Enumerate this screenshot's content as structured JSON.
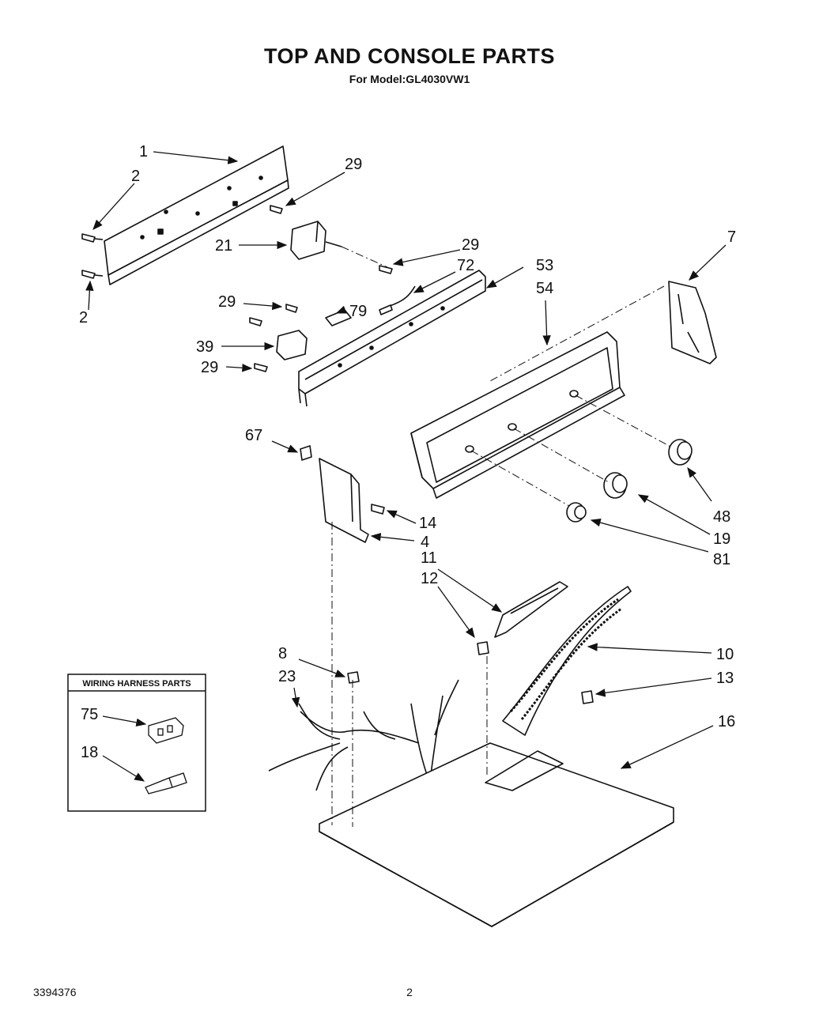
{
  "header": {
    "title": "TOP AND CONSOLE PARTS",
    "subtitle": "For Model:GL4030VW1"
  },
  "callouts": {
    "c1": "1",
    "c2a": "2",
    "c2b": "2",
    "c29a": "29",
    "c21": "21",
    "c29b": "29",
    "c72": "72",
    "c53": "53",
    "c54": "54",
    "c7": "7",
    "c29c": "29",
    "c79": "79",
    "c39": "39",
    "c29d": "29",
    "c67": "67",
    "c14": "14",
    "c4": "4",
    "c48": "48",
    "c19": "19",
    "c81": "81",
    "c11": "11",
    "c12": "12",
    "c8": "8",
    "c10": "10",
    "c23": "23",
    "c13": "13",
    "c16": "16"
  },
  "wiring_box": {
    "title": "WIRING HARNESS PARTS",
    "c75": "75",
    "c18": "18"
  },
  "footer": {
    "doc_number": "3394376",
    "page_number": "2"
  }
}
